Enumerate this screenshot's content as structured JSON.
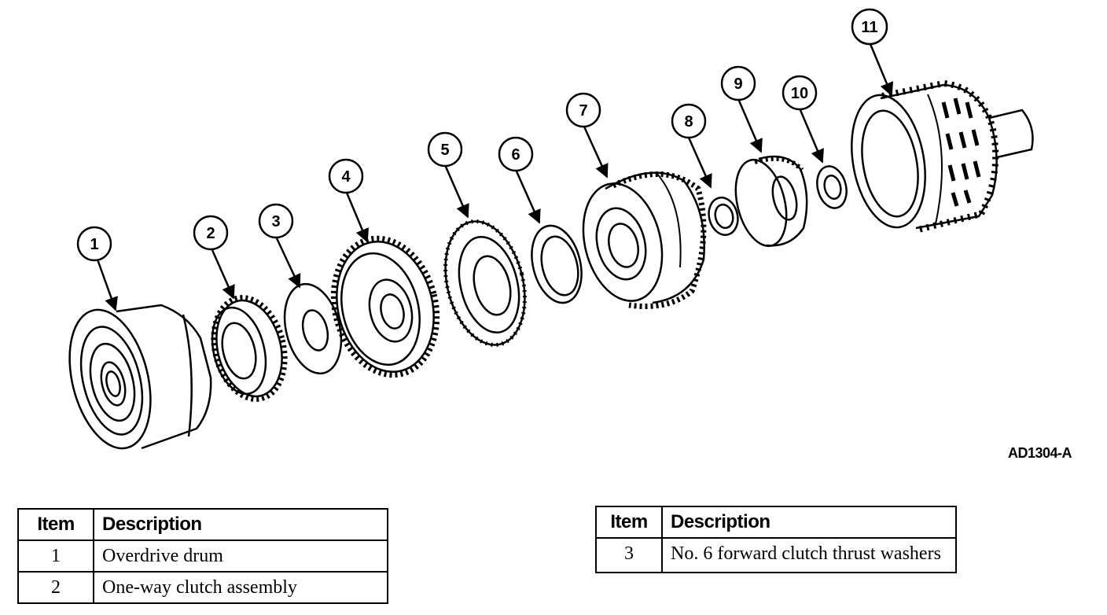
{
  "figure_code": "AD1304-A",
  "callouts": [
    "1",
    "2",
    "3",
    "4",
    "5",
    "6",
    "7",
    "8",
    "9",
    "10",
    "11"
  ],
  "legend_left": {
    "headers": {
      "item": "Item",
      "description": "Description"
    },
    "rows": [
      {
        "item": "1",
        "description": "Overdrive drum"
      },
      {
        "item": "2",
        "description": "One-way clutch assembly"
      }
    ]
  },
  "legend_right": {
    "headers": {
      "item": "Item",
      "description": "Description"
    },
    "rows": [
      {
        "item": "3",
        "description": "No. 6 forward clutch thrust washers"
      }
    ]
  }
}
